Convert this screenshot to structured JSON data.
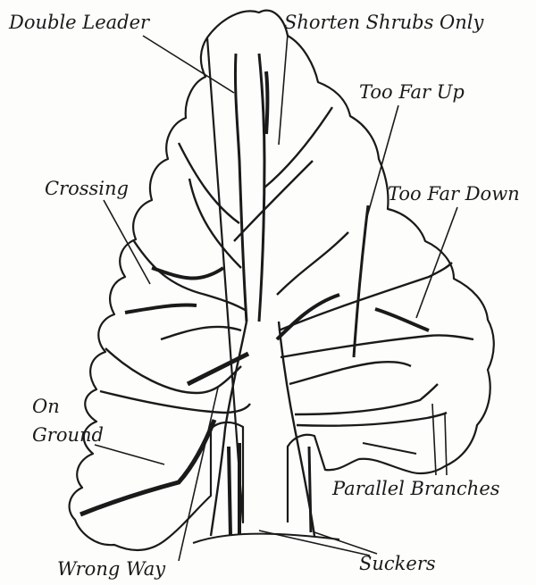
{
  "labels": {
    "double_leader": "Double Leader",
    "shorten_shrubs": "Shorten Shrubs Only",
    "too_far_up": "Too Far Up",
    "crossing": "Crossing",
    "too_far_down": "Too Far Down",
    "on": "On",
    "ground": "Ground",
    "parallel_branches": "Parallel Branches",
    "wrong_way": "Wrong Way",
    "suckers": "Suckers"
  }
}
